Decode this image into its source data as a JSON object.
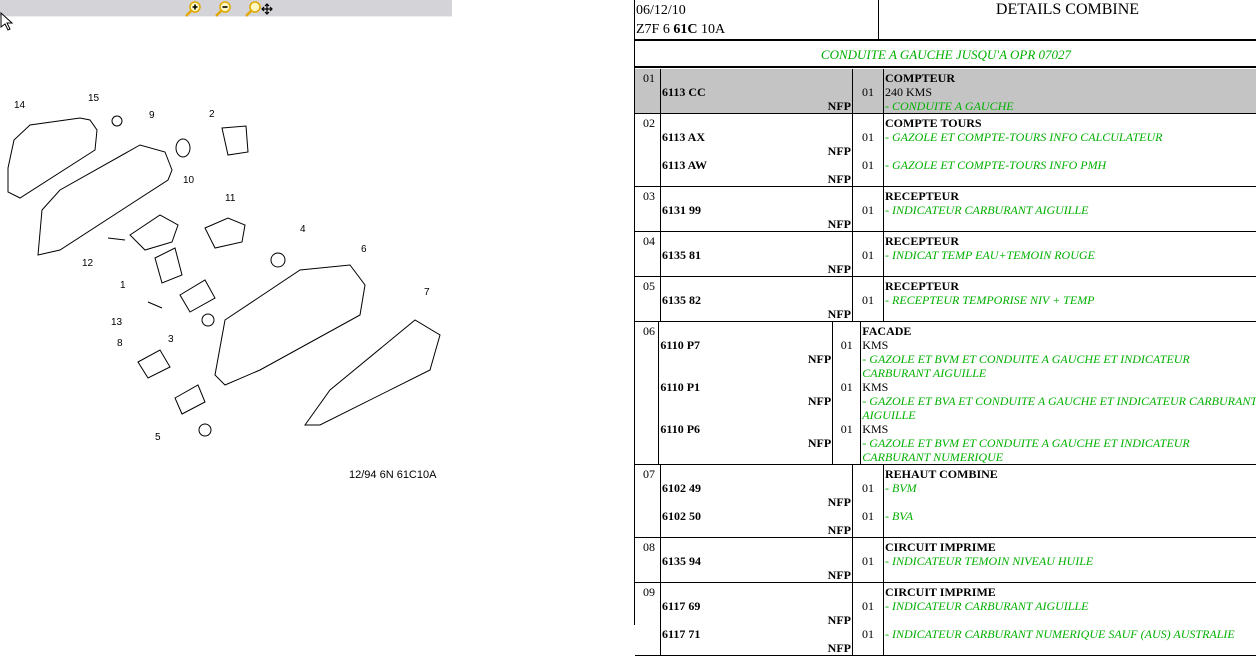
{
  "toolbar": {
    "zoom_in": "zoom-in-icon",
    "zoom_out": "zoom-out-icon",
    "pan": "zoom-pan-icon"
  },
  "diagram": {
    "caption": "12/94 6N 61C10A",
    "callouts": [
      "14",
      "15",
      "9",
      "2",
      "10",
      "11",
      "12",
      "1",
      "4",
      "6",
      "13",
      "3",
      "8",
      "7",
      "5"
    ]
  },
  "header": {
    "date": "06/12/10",
    "code_prefix": "Z7F 6 ",
    "code_bold": "61C",
    "code_suffix": " 10A",
    "title": "DETAILS COMBINE"
  },
  "subheading": "CONDUITE A GAUCHE JUSQU'A OPR 07027",
  "colors": {
    "green": "#00b000",
    "highlight": "#c4c4c4"
  },
  "rows": [
    {
      "num": "01",
      "title": "COMPTEUR",
      "highlight": true,
      "items": [
        {
          "ref": "6113 CC",
          "nfp": "NFP",
          "qty": "01",
          "lines": [
            {
              "t": "240 KMS",
              "g": false
            },
            {
              "t": "- CONDUITE A GAUCHE",
              "g": true
            }
          ]
        }
      ]
    },
    {
      "num": "02",
      "title": "COMPTE TOURS",
      "items": [
        {
          "ref": "6113 AX",
          "nfp": "NFP",
          "qty": "01",
          "lines": [
            {
              "t": "- GAZOLE ET COMPTE-TOURS INFO CALCULATEUR",
              "g": true
            }
          ]
        },
        {
          "ref": "6113 AW",
          "nfp": "NFP",
          "qty": "01",
          "lines": [
            {
              "t": "- GAZOLE ET COMPTE-TOURS INFO PMH",
              "g": true
            }
          ]
        }
      ]
    },
    {
      "num": "03",
      "title": "RECEPTEUR",
      "items": [
        {
          "ref": "6131 99",
          "nfp": "NFP",
          "qty": "01",
          "lines": [
            {
              "t": "- INDICATEUR CARBURANT AIGUILLE",
              "g": true
            }
          ]
        }
      ]
    },
    {
      "num": "04",
      "title": "RECEPTEUR",
      "items": [
        {
          "ref": "6135 81",
          "nfp": "NFP",
          "qty": "01",
          "lines": [
            {
              "t": "- INDICAT TEMP EAU+TEMOIN ROUGE",
              "g": true
            }
          ]
        }
      ]
    },
    {
      "num": "05",
      "title": "RECEPTEUR",
      "items": [
        {
          "ref": "6135 82",
          "nfp": "NFP",
          "qty": "01",
          "lines": [
            {
              "t": "- RECEPTEUR TEMPORISE NIV + TEMP",
              "g": true
            }
          ]
        }
      ]
    },
    {
      "num": "06",
      "title": "FACADE",
      "items": [
        {
          "ref": "6110 P7",
          "nfp": "NFP",
          "qty": "01",
          "lines": [
            {
              "t": "KMS",
              "g": false
            },
            {
              "t": "- GAZOLE ET BVM ET CONDUITE A GAUCHE ET INDICATEUR",
              "g": true
            },
            {
              "t": "CARBURANT AIGUILLE",
              "g": true
            }
          ]
        },
        {
          "ref": "6110 P1",
          "nfp": "NFP",
          "qty": "01",
          "lines": [
            {
              "t": "KMS",
              "g": false
            },
            {
              "t": "- GAZOLE ET BVA ET CONDUITE A GAUCHE ET INDICATEUR CARBURANT",
              "g": true
            },
            {
              "t": "AIGUILLE",
              "g": true
            }
          ]
        },
        {
          "ref": "6110 P6",
          "nfp": "NFP",
          "qty": "01",
          "lines": [
            {
              "t": "KMS",
              "g": false
            },
            {
              "t": "- GAZOLE ET BVM ET CONDUITE A GAUCHE ET INDICATEUR",
              "g": true
            },
            {
              "t": "CARBURANT NUMERIQUE",
              "g": true
            }
          ]
        }
      ]
    },
    {
      "num": "07",
      "title": "REHAUT COMBINE",
      "items": [
        {
          "ref": "6102 49",
          "nfp": "NFP",
          "qty": "01",
          "lines": [
            {
              "t": "- BVM",
              "g": true
            }
          ]
        },
        {
          "ref": "6102 50",
          "nfp": "NFP",
          "qty": "01",
          "lines": [
            {
              "t": "- BVA",
              "g": true
            }
          ]
        }
      ]
    },
    {
      "num": "08",
      "title": "CIRCUIT IMPRIME",
      "items": [
        {
          "ref": "6135 94",
          "nfp": "NFP",
          "qty": "01",
          "lines": [
            {
              "t": "- INDICATEUR TEMOIN NIVEAU HUILE",
              "g": true
            }
          ]
        }
      ]
    },
    {
      "num": "09",
      "title": "CIRCUIT IMPRIME",
      "items": [
        {
          "ref": "6117 69",
          "nfp": "NFP",
          "qty": "01",
          "lines": [
            {
              "t": "- INDICATEUR CARBURANT AIGUILLE",
              "g": true
            }
          ]
        },
        {
          "ref": "6117 71",
          "nfp": "NFP",
          "qty": "01",
          "lines": [
            {
              "t": "- INDICATEUR CARBURANT NUMERIQUE SAUF (AUS) AUSTRALIE",
              "g": true
            }
          ]
        }
      ]
    }
  ]
}
